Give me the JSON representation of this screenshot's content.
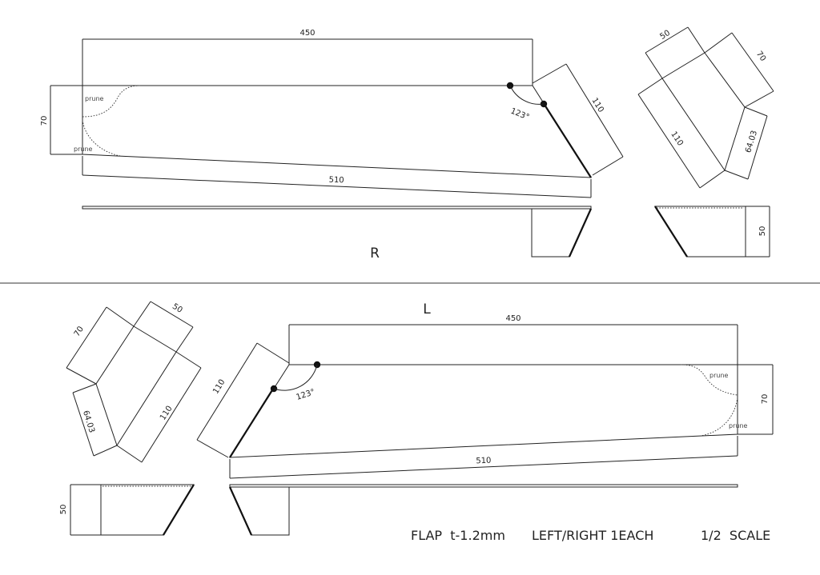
{
  "labels": {
    "right": "R",
    "left": "L",
    "prune": "prune",
    "angle": "123°"
  },
  "dimensions": {
    "top_length": "450",
    "bottom_length": "510",
    "height": "70",
    "slant": "110",
    "width_a": "50",
    "width_b": "70",
    "inner_edge": "64.03",
    "depth": "50"
  },
  "footer": {
    "part": "FLAP  t-1.2mm",
    "quantity": "LEFT/RIGHT 1EACH",
    "scale": "1/2  SCALE"
  }
}
